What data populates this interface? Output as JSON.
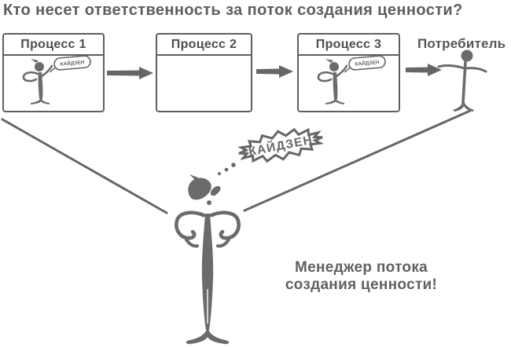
{
  "title": "Кто несет ответственность за поток создания ценности?",
  "processes": [
    {
      "label": "Процесс 1",
      "has_worker": true,
      "bubble": "КАЙДЗЕН"
    },
    {
      "label": "Процесс 2",
      "has_worker": false,
      "bubble": ""
    },
    {
      "label": "Процесс 3",
      "has_worker": true,
      "bubble": "КАЙДЗЕН"
    }
  ],
  "consumer": {
    "label": "Потребитель"
  },
  "manager": {
    "thought": "КАЙДЗЕН",
    "caption_line1": "Менеджер потока",
    "caption_line2": "создания ценности!"
  },
  "icons": {
    "worker": "stick-figure-pointing-at-kaizen-bubble",
    "consumer": "stick-figure-open-arms",
    "manager": "stick-figure-hands-on-hips-back-view",
    "flow_arrow": "thick-right-arrow",
    "thought_bubble": "jagged-burst-bubble"
  },
  "colors": {
    "ink": "#666666",
    "figure": "#6b6b6b",
    "border": "#5f5f5f",
    "header_text": "#4d4d4d"
  }
}
